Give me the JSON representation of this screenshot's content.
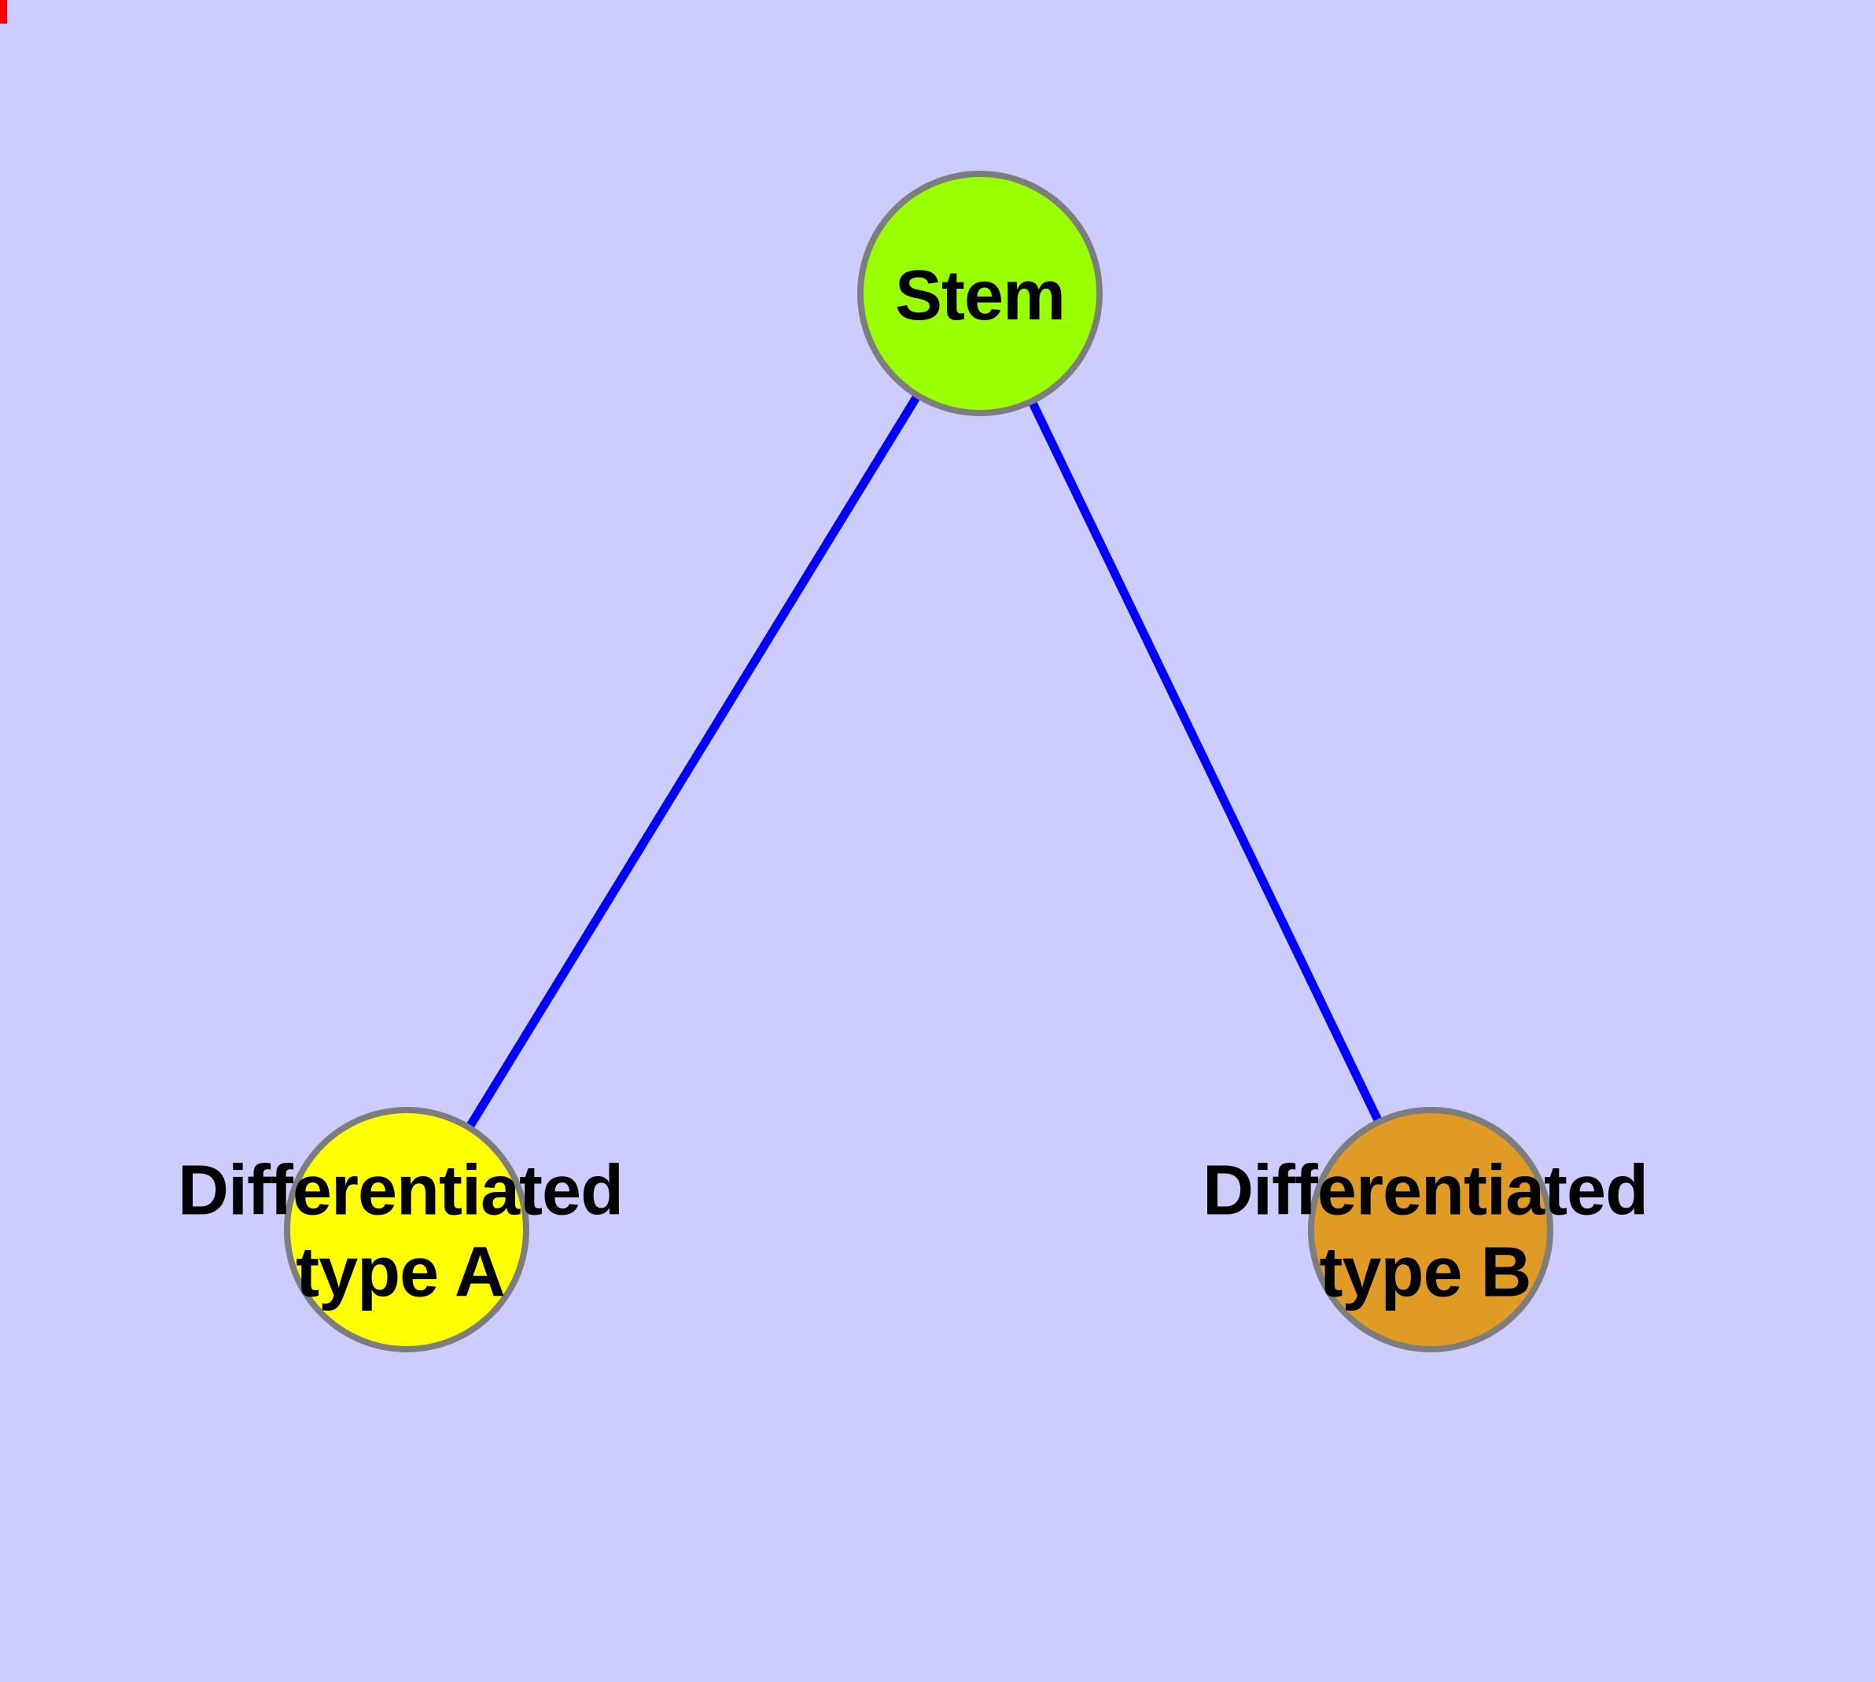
{
  "colors": {
    "background": "#CCCCFF",
    "edge": "#0000FF",
    "node_border": "#7D7D7D",
    "stem_fill": "#99FF00",
    "typeA_fill": "#FFFF00",
    "typeB_fill": "#E09A26",
    "label": "#000000",
    "artifact": "#FF0000"
  },
  "diagram": {
    "type": "node-link-graph",
    "nodes": [
      {
        "id": "stem",
        "label": "Stem"
      },
      {
        "id": "typeA",
        "label": "Differentiated\ntype A"
      },
      {
        "id": "typeB",
        "label": "Differentiated\ntype B"
      }
    ],
    "edges": [
      {
        "from": "stem",
        "to": "typeA"
      },
      {
        "from": "stem",
        "to": "typeB"
      }
    ]
  }
}
